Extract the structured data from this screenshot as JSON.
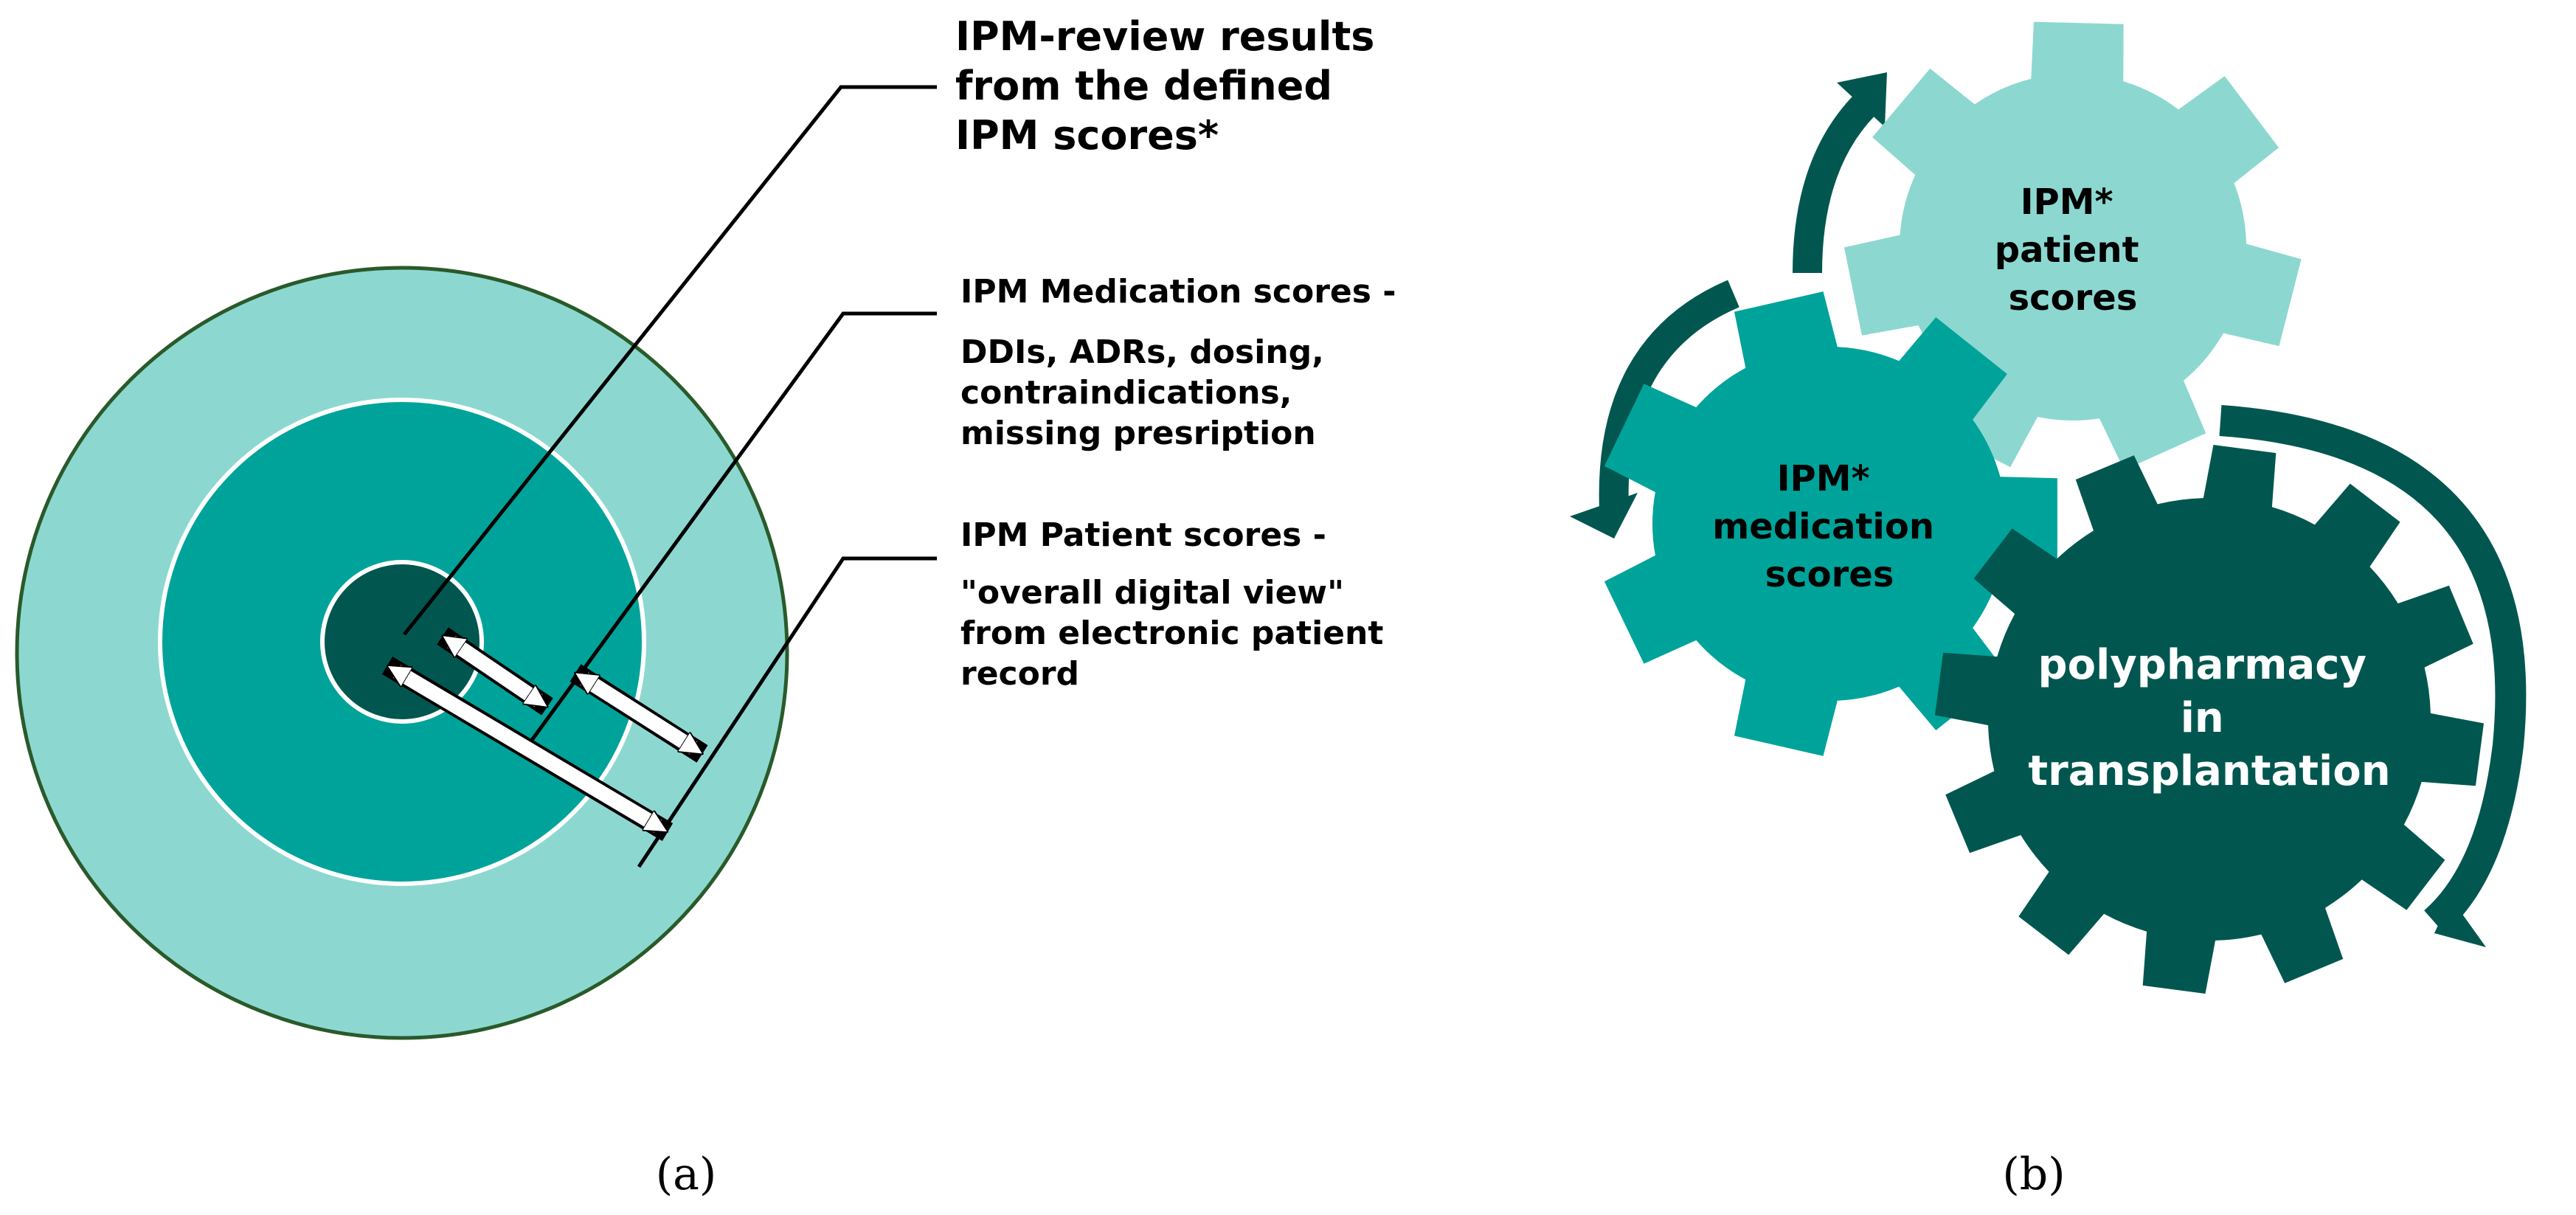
{
  "colors": {
    "outer_ring": "#8cd8d1",
    "middle_ring": "#00a39a",
    "inner_core": "#01574f",
    "ring_border": "#2a5a2a",
    "gear_light": "#8cd8d1",
    "gear_medium": "#00a39a",
    "gear_dark": "#01574f",
    "cycle_arrow": "#01574f",
    "text_dark": "#000000",
    "text_light": "#ffffff"
  },
  "panel_a": {
    "label": "(a)",
    "callout_review": {
      "lines": [
        "IPM-review results",
        "from the defined",
        "IPM scores*"
      ]
    },
    "callout_medication": {
      "heading": "IPM Medication scores -",
      "lines": [
        "DDIs, ADRs, dosing,",
        "contraindications,",
        "missing presription"
      ]
    },
    "callout_patient": {
      "heading": "IPM Patient scores -",
      "lines": [
        "\"overall digital view\"",
        "from electronic patient",
        "record"
      ]
    }
  },
  "panel_b": {
    "label": "(b)",
    "gear_patient": {
      "lines": [
        "IPM*",
        "patient",
        "scores"
      ]
    },
    "gear_medication": {
      "lines": [
        "IPM*",
        "medication",
        "scores"
      ]
    },
    "gear_polypharmacy": {
      "lines": [
        "polypharmacy",
        "in",
        "transplantation"
      ]
    }
  }
}
